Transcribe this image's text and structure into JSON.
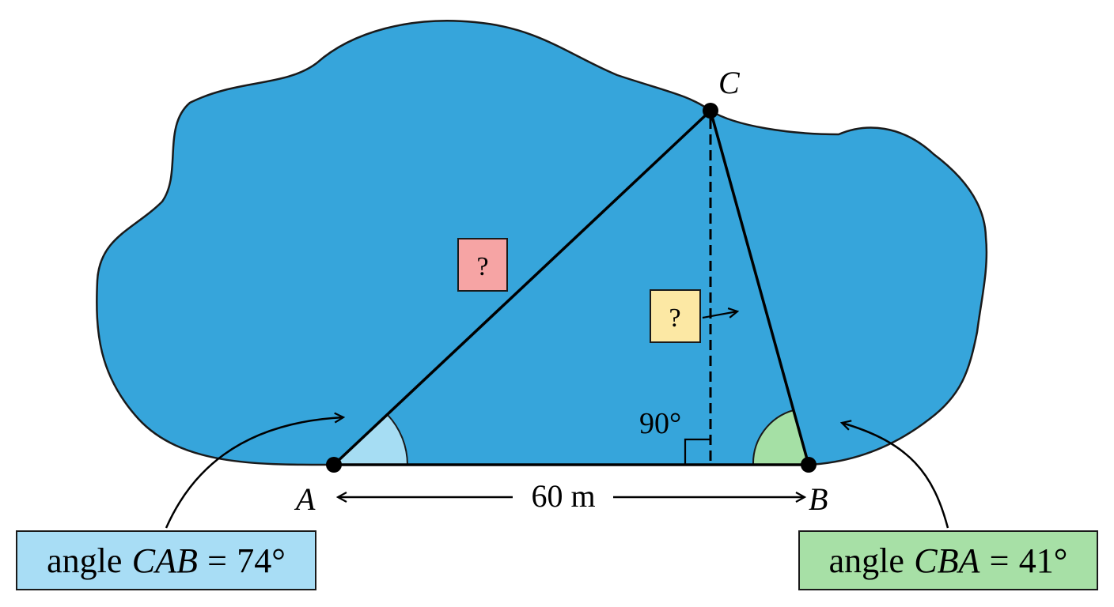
{
  "colors": {
    "lake_fill": "#36A5DB",
    "outline": "#1a1a1a",
    "angle_a_fill": "#A6DDF3",
    "angle_b_fill": "#A5E0A5",
    "question_red": "#F6A4A4",
    "question_yellow": "#FCE8A4",
    "label_blue": "#A8DDF5",
    "label_green": "#A7E0A6"
  },
  "points": {
    "a": "A",
    "b": "B",
    "c": "C"
  },
  "baseline": {
    "length_label": "60 m"
  },
  "right_angle_label": "90°",
  "unknown_ac": "?",
  "unknown_height": "?",
  "angle_cab": {
    "prefix": "angle",
    "name": "CAB",
    "equals": "=",
    "value": "74°"
  },
  "angle_cba": {
    "prefix": "angle",
    "name": "CBA",
    "equals": "=",
    "value": "41°"
  }
}
